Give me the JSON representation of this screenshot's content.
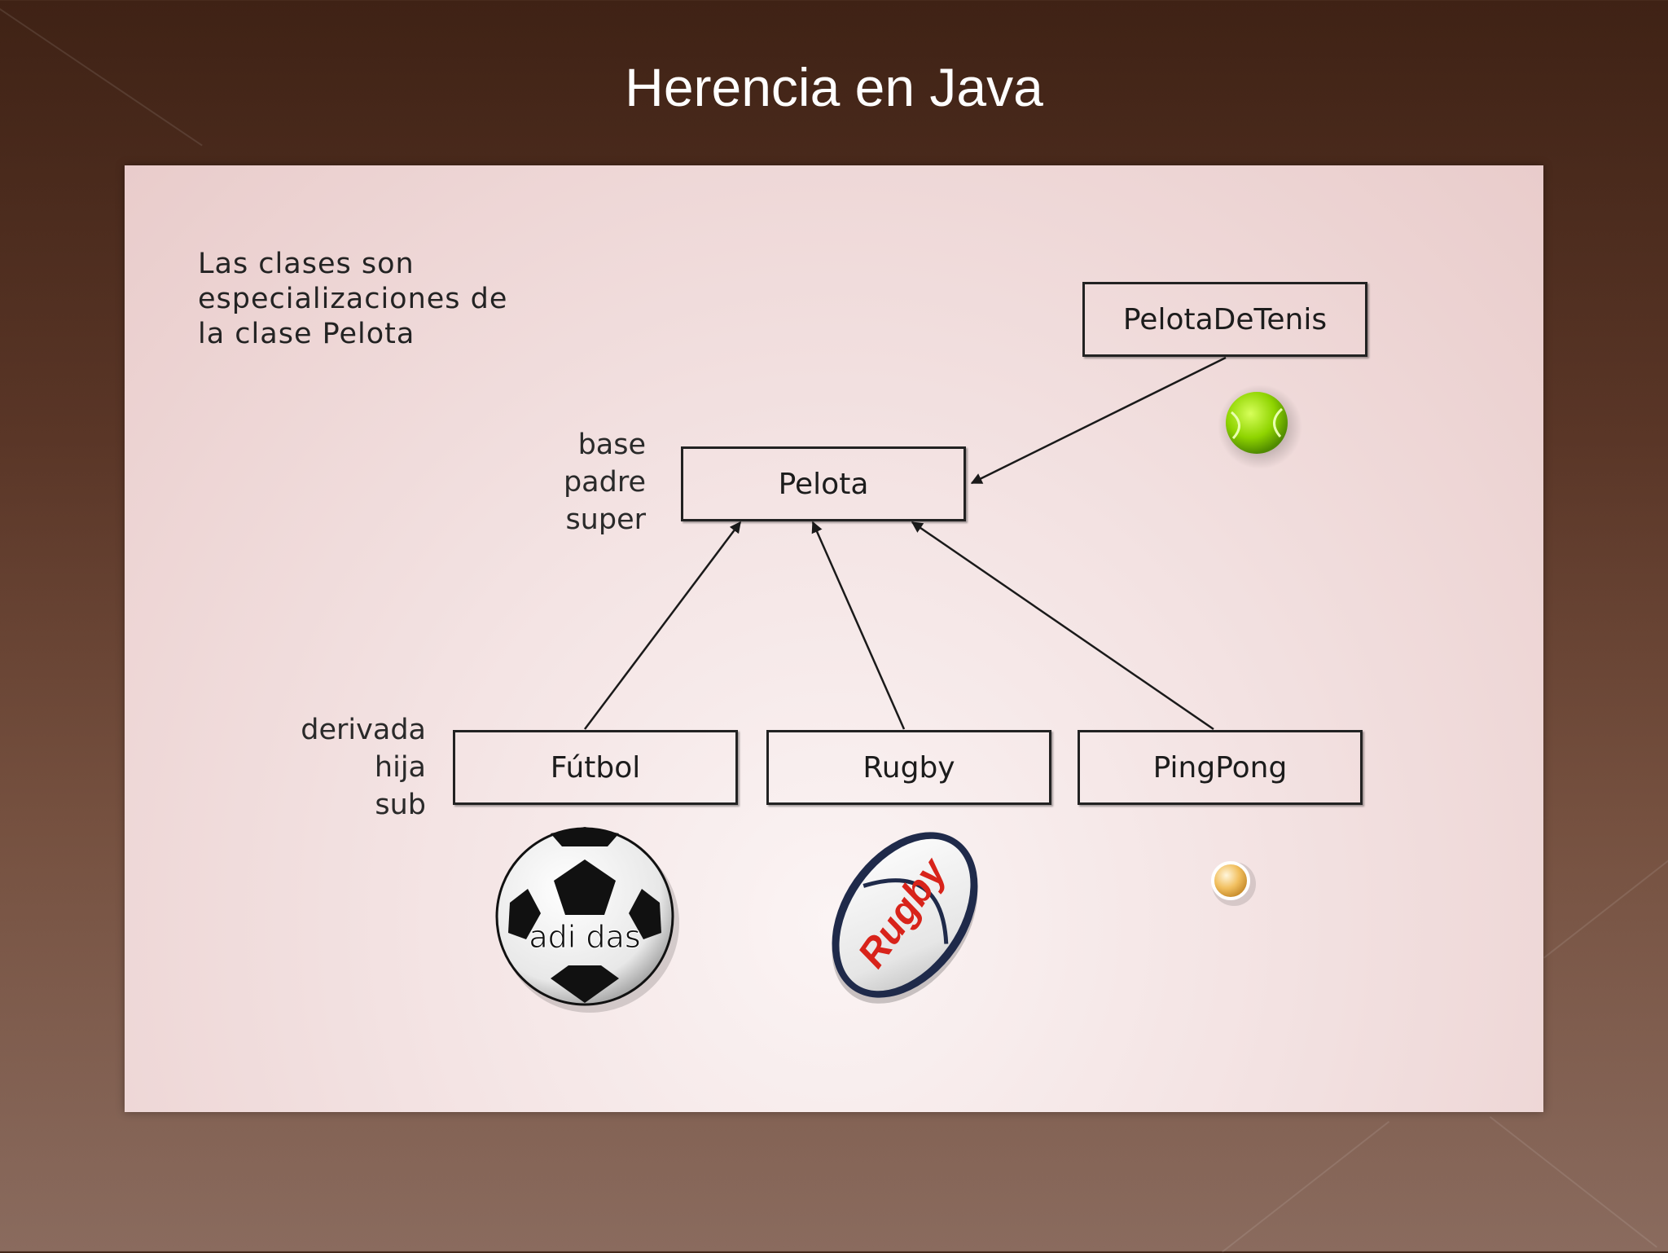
{
  "slide": {
    "title": "Herencia en Java"
  },
  "diagram": {
    "caption": [
      "Las clases son",
      "especializaciones de",
      "la clase Pelota"
    ],
    "base_roles": [
      "base",
      "padre",
      "super"
    ],
    "derived_roles": [
      "derivada",
      "hija",
      "sub"
    ],
    "classes": {
      "base": "Pelota",
      "tenis": "PelotaDeTenis",
      "futbol": "Fútbol",
      "rugby": "Rugby",
      "pingpong": "PingPong"
    },
    "ball_labels": {
      "futbol": "adi das",
      "rugby": "Rugby"
    }
  },
  "colors": {
    "tennis_ball": "#8fd400",
    "rugby_red": "#d8231a",
    "rugby_navy": "#1f2a4a",
    "pingpong_ball": "#f2c060"
  }
}
